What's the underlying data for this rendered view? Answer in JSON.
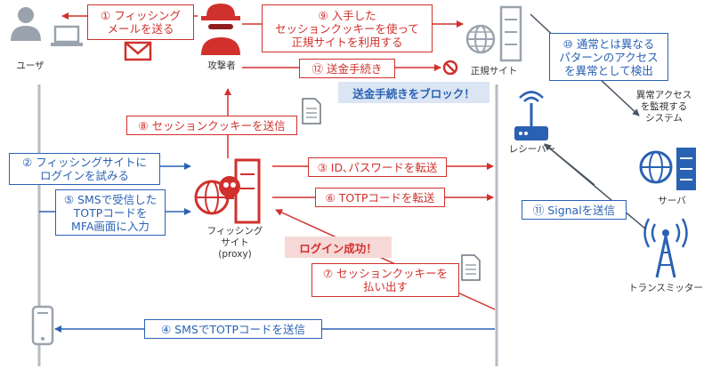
{
  "actors": {
    "user": "ユーザ",
    "attacker": "攻撃者",
    "legit_site": "正規サイト",
    "phishing_site": "フィッシング\nサイト\n(proxy)",
    "receiver": "レシーバー",
    "server": "サーバ",
    "monitor": "異常アクセス\nを監視する\nシステム",
    "transmitter": "トランスミッター"
  },
  "steps": {
    "s1": "① フィッシング\nメールを送る",
    "s2": "② フィッシングサイトに\nログインを試みる",
    "s3": "③ ID､パスワードを転送",
    "s4": "④ SMSでTOTPコードを送信",
    "s5": "⑤ SMSで受信した\nTOTPコードを\nMFA画面に入力",
    "s6": "⑥ TOTPコードを転送",
    "s7": "⑦ セッションクッキーを\n払い出す",
    "s8": "⑧ セッションクッキーを送信",
    "s9": "⑨ 入手した\nセッションクッキーを使って\n正規サイトを利用する",
    "s10": "⑩ 通常とは異なる\nパターンのアクセス\nを異常として検出",
    "s11": "⑪ Signalを送信",
    "s12": "⑫ 送金手続き"
  },
  "callouts": {
    "block": "送金手続きをブロック！",
    "login_success": "ログイン成功！"
  },
  "colors": {
    "red": "#d0312d",
    "blue": "#2a62b3",
    "gray": "#9aa3ad",
    "dark": "#4a5561"
  }
}
